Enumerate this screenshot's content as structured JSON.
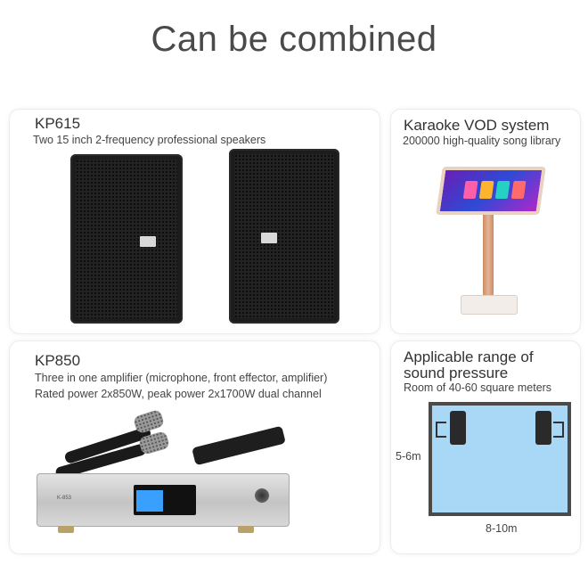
{
  "title": "Can be combined",
  "cards": {
    "speakers": {
      "title": "KP615",
      "subtitle": "Two 15 inch 2-frequency professional speakers"
    },
    "karaoke": {
      "title": "Karaoke VOD system",
      "subtitle": "200000 high-quality song library"
    },
    "amplifier": {
      "title": "KP850",
      "line1": "Three in one amplifier (microphone, front effector, amplifier)",
      "line2": "Rated power 2x850W, peak power 2x1700W dual channel",
      "model_label": "K-853"
    },
    "room": {
      "title_line1": "Applicable range of",
      "title_line2": "sound pressure",
      "subtitle": "Room of 40-60 square meters",
      "height_label": "5-6m",
      "width_label": "8-10m"
    }
  }
}
